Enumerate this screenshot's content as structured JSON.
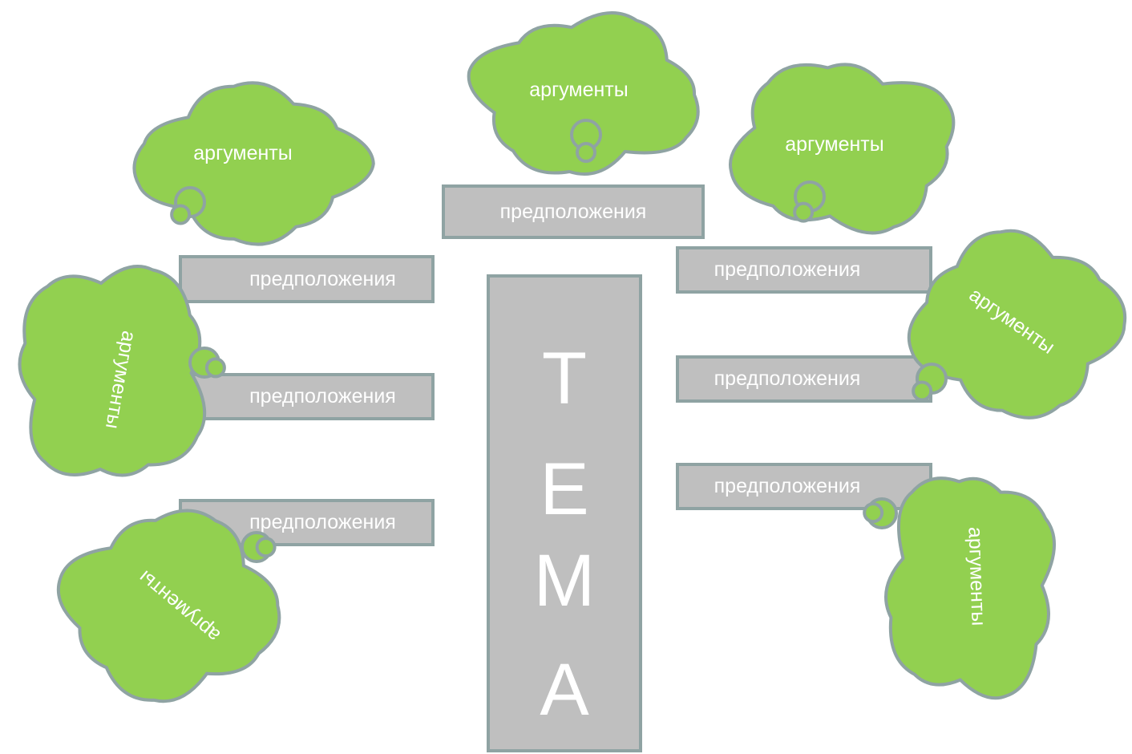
{
  "topic": {
    "letters": [
      "Т",
      "Е",
      "М",
      "А"
    ]
  },
  "assumptions": [
    "предположения",
    "предположения",
    "предположения",
    "предположения",
    "предположения",
    "предположения",
    "предположения"
  ],
  "arguments": [
    "аргументы",
    "аргументы",
    "аргументы",
    "аргументы",
    "аргументы",
    "аргументы",
    "аргументы"
  ],
  "colors": {
    "cloud_fill": "#92d050",
    "shape_stroke": "#8fa3a3",
    "box_fill": "#bfbfbf",
    "text": "#ffffff"
  }
}
